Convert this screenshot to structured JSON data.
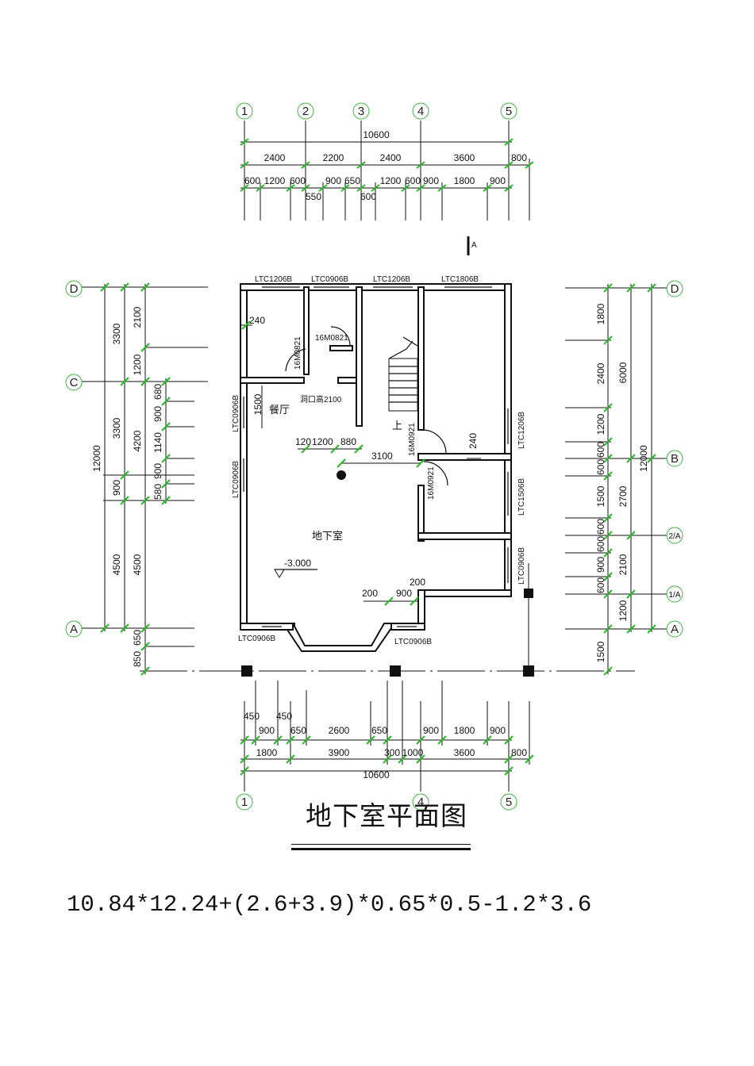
{
  "title": "地下室平面图",
  "formula": "10.84*12.24+(2.6+3.9)*0.65*0.5-1.2*3.6",
  "top_axes": [
    "1",
    "2",
    "3",
    "4",
    "5"
  ],
  "bottom_axes": [
    "1",
    "4",
    "5"
  ],
  "left_axes": [
    "D",
    "C",
    "A"
  ],
  "right_axes": [
    "D",
    "B",
    "2/A",
    "1/A",
    "A"
  ],
  "section_marker": "A",
  "top_dims": {
    "total": "10600",
    "row2": [
      "2400",
      "2200",
      "2400",
      "3600",
      "800"
    ],
    "row3": [
      "600",
      "1200",
      "600",
      "900",
      "650",
      "1200",
      "600",
      "900",
      "1800",
      "900"
    ],
    "row3b": [
      "550",
      "600"
    ]
  },
  "bottom_dims": {
    "row1a": [
      "450",
      "450"
    ],
    "row1": [
      "900",
      "650",
      "2600",
      "650",
      "900",
      "1800",
      "900"
    ],
    "row2": [
      "1800",
      "3900",
      "300",
      "1000",
      "3600",
      "800"
    ],
    "total": "10600"
  },
  "left_dims": {
    "total": "12000",
    "col2": [
      "3300",
      "3300",
      "900",
      "4500"
    ],
    "col3": [
      "2100",
      "1200",
      "4200",
      "4500",
      "650",
      "850"
    ],
    "col4": [
      "680",
      "900",
      "1140",
      "900",
      "580"
    ]
  },
  "right_dims": {
    "total": "12000",
    "col2": [
      "6000",
      "2700",
      "2100",
      "1200"
    ],
    "col1": [
      "1800",
      "2400",
      "1200",
      "600",
      "600",
      "1500",
      "600",
      "600",
      "900",
      "600",
      "1500"
    ]
  },
  "window_labels": [
    "LTC1206B",
    "LTC0906B",
    "LTC1206B",
    "LTC1806B",
    "LTC0906B",
    "LTC0906B",
    "LTC1206B",
    "LTC1506B",
    "LTC0906B",
    "LTC0906B",
    "LTC0906B"
  ],
  "door_labels": [
    "16M0821",
    "16M0821",
    "16M0921",
    "16M0921"
  ],
  "rooms": {
    "dining": "餐厅",
    "basement": "地下室",
    "stair_up": "上",
    "opening": "洞口高2100"
  },
  "interior_dims": [
    "240",
    "1500",
    "120",
    "1200",
    "880",
    "3100",
    "240",
    "200",
    "200",
    "900"
  ],
  "level": "-3.000"
}
